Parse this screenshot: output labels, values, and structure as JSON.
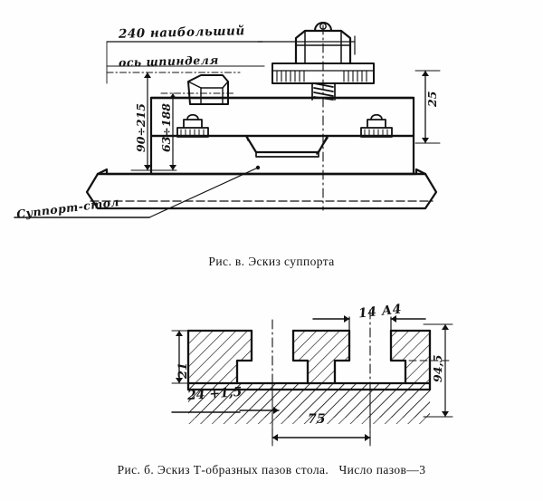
{
  "figures": [
    {
      "id": "fig-a",
      "caption": "Рис. в. Эскиз суппорта",
      "labels": {
        "max_width": "240 наибольший",
        "spindle_axis": "ось шпинделя",
        "height_range_outer": "90÷215",
        "height_range_inner": "63÷188",
        "plate_thickness": "25",
        "part_callout": "Суппорт-стол"
      }
    },
    {
      "id": "fig-b",
      "caption": "Рис. б. Эскиз Т-образных пазов стола.   Число пазов—3",
      "labels": {
        "slot_width_tol": "14 А4",
        "slot_depth_top": "21",
        "slot_width_lower": "24 +1,5",
        "slot_pitch": "75",
        "total_depth": "94,5"
      },
      "slot_count": "3"
    }
  ],
  "colors": {
    "ink": "#111111",
    "paper": "#fefefe"
  }
}
